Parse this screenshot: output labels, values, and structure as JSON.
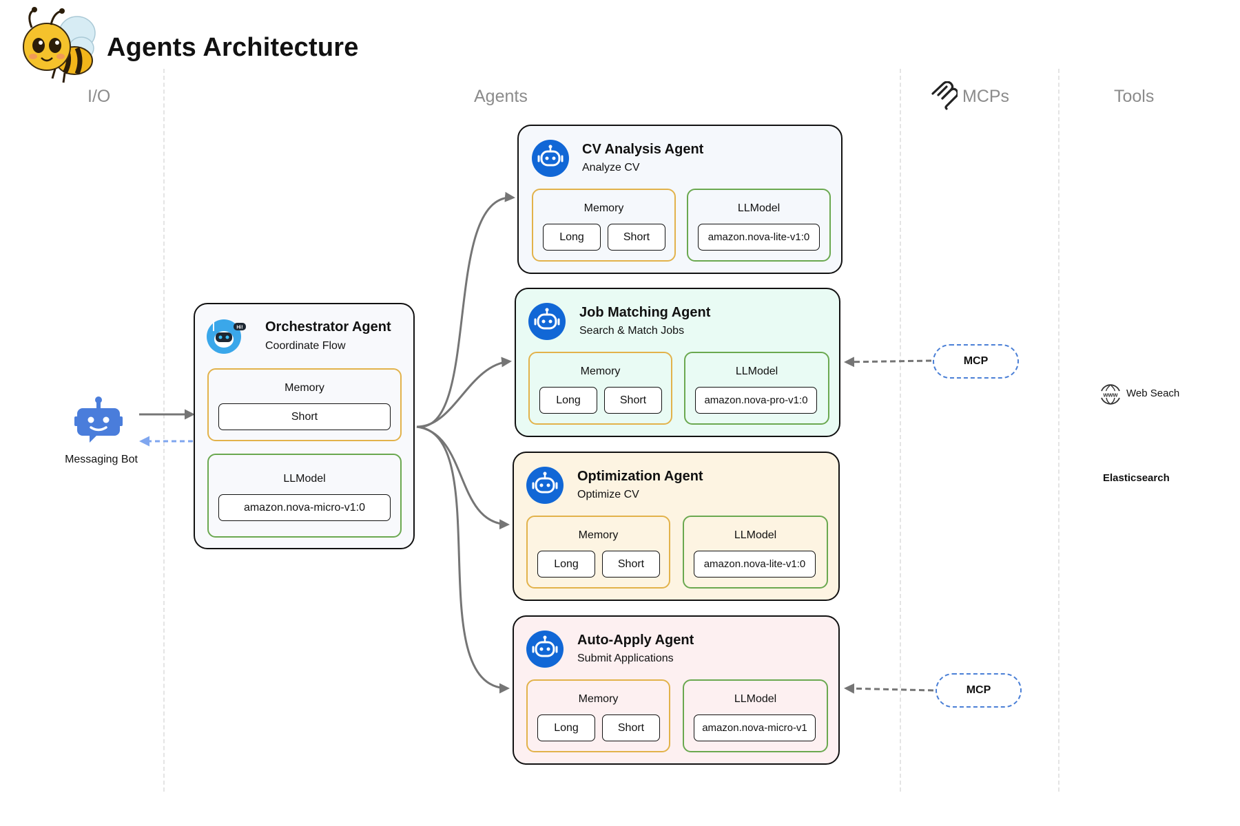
{
  "header": {
    "title": "Agents  Architecture"
  },
  "columns": {
    "io": "I/O",
    "agents": "Agents",
    "mcps": "MCPs",
    "tools": "Tools"
  },
  "io": {
    "bot_label": "Messaging Bot"
  },
  "orchestrator": {
    "title": "Orchestrator Agent",
    "subtitle": "Coordinate Flow",
    "badge": "Hi!",
    "memory_label": "Memory",
    "memory_items": [
      "Short"
    ],
    "llm_label": "LLModel",
    "model": "amazon.nova-micro-v1:0"
  },
  "agents": [
    {
      "title": "CV Analysis Agent",
      "subtitle": "Analyze CV",
      "memory_label": "Memory",
      "memory_items": [
        "Long",
        "Short"
      ],
      "llm_label": "LLModel",
      "model": "amazon.nova-lite-v1:0",
      "bg": "#f5f8fc"
    },
    {
      "title": "Job Matching Agent",
      "subtitle": "Search & Match Jobs",
      "memory_label": "Memory",
      "memory_items": [
        "Long",
        "Short"
      ],
      "llm_label": "LLModel",
      "model": "amazon.nova-pro-v1:0",
      "bg": "#e9fbf4"
    },
    {
      "title": "Optimization Agent",
      "subtitle": "Optimize CV",
      "memory_label": "Memory",
      "memory_items": [
        "Long",
        "Short"
      ],
      "llm_label": "LLModel",
      "model": "amazon.nova-lite-v1:0",
      "bg": "#fdf4e2"
    },
    {
      "title": "Auto-Apply Agent",
      "subtitle": "Submit Applications",
      "memory_label": "Memory",
      "memory_items": [
        "Long",
        "Short"
      ],
      "llm_label": "LLModel",
      "model": "amazon.nova-micro-v1",
      "bg": "#fdf0f1"
    }
  ],
  "mcps": [
    {
      "label": "MCP"
    },
    {
      "label": "MCP"
    }
  ],
  "tools": {
    "web_search": "Web Seach",
    "www_icon_text": "www",
    "elasticsearch": "Elasticsearch"
  },
  "colors": {
    "orchestrator_bg": "#f8f9fc",
    "memory_border": "#e2b24a",
    "llm_border": "#6aa84f",
    "bot_blue": "#1167d6",
    "messaging_bot": "#4a7ddb",
    "mcp_border": "#4a7fd6",
    "arrow": "#757575",
    "return_arrow": "#7fa6ef"
  }
}
